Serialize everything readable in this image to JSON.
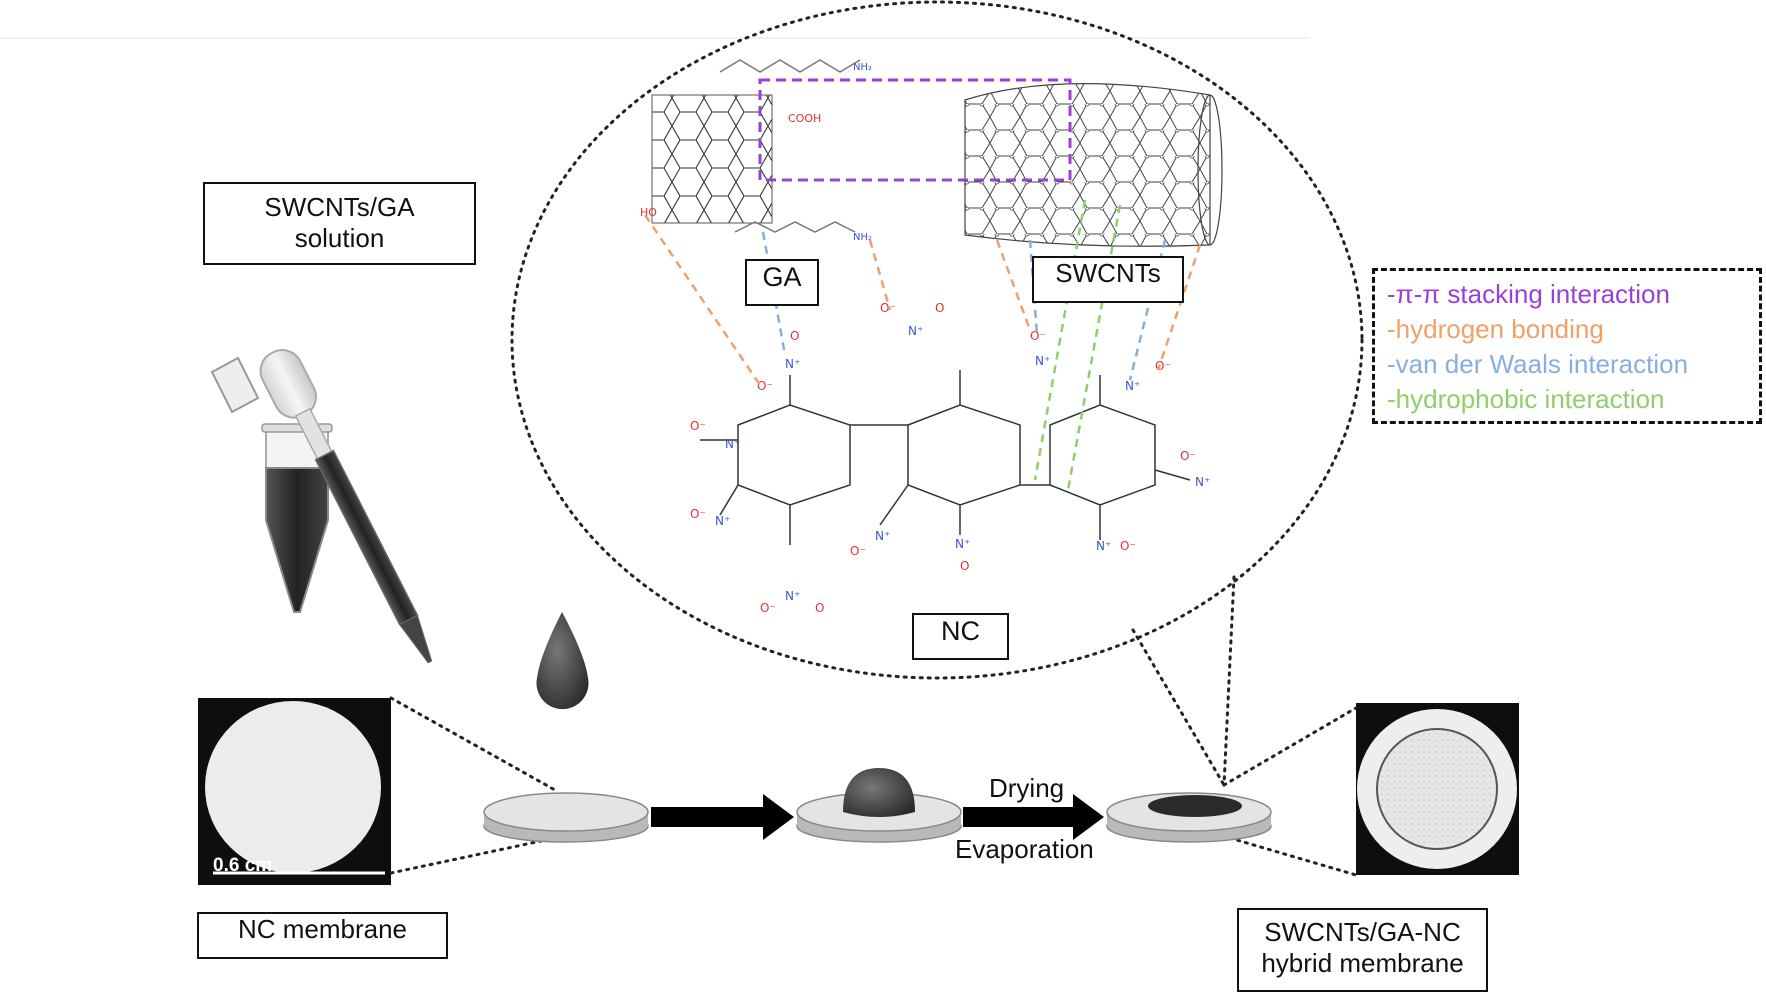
{
  "labels": {
    "solution_line1": "SWCNTs/GA",
    "solution_line2": "solution",
    "ga": "GA",
    "swcnts": "SWCNTs",
    "nc": "NC",
    "nc_membrane": "NC membrane",
    "hybrid_line1": "SWCNTs/GA-NC",
    "hybrid_line2": "hybrid membrane",
    "drying": "Drying",
    "evaporation": "Evaporation",
    "scale": "0.6 cm"
  },
  "legend": [
    {
      "text": "-π-π stacking interaction",
      "color": "#9b3fd6"
    },
    {
      "text": "-hydrogen bonding",
      "color": "#f0a06a"
    },
    {
      "text": "-van der Waals interaction",
      "color": "#86aede"
    },
    {
      "text": "-hydrophobic interaction",
      "color": "#8fcf6a"
    }
  ],
  "atom_labels": {
    "oxygen": "O",
    "nitrogen": "N",
    "n_plus": "N⁺",
    "o_minus": "O⁻",
    "hydrogen": "H",
    "carboxyl": "COOH",
    "hydroxyl": "HO",
    "amine": "NH₂"
  }
}
